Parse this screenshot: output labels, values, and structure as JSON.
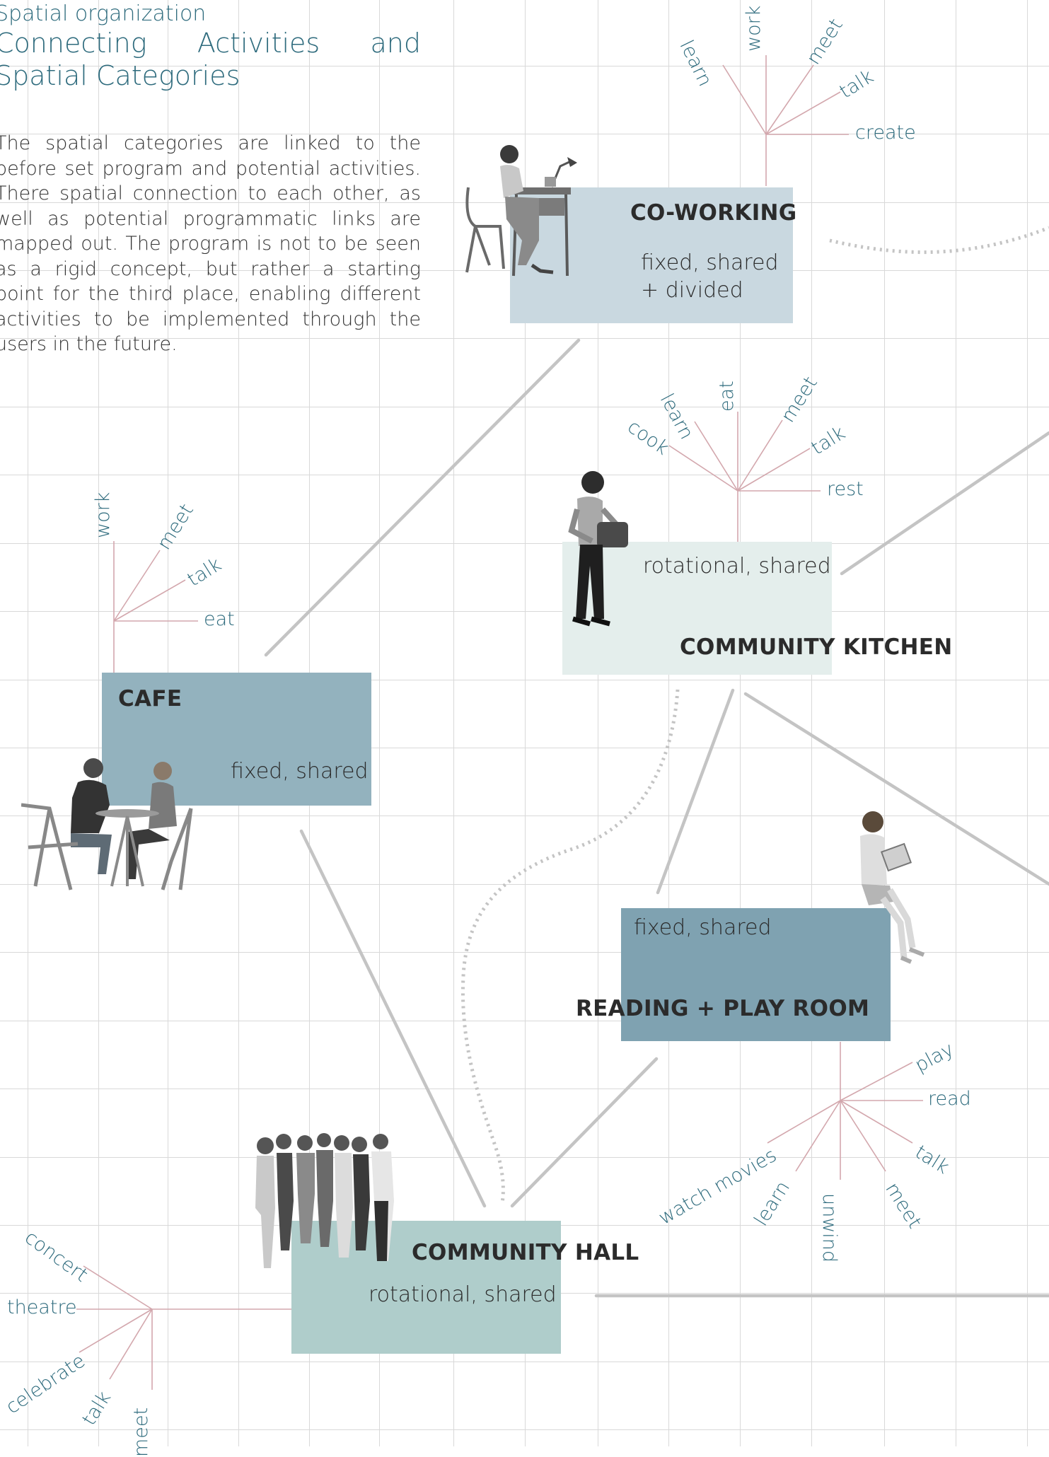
{
  "header": {
    "subtitle": "Spatial organization",
    "title": "Connecting Activities and Spatial Categories"
  },
  "intro": {
    "paragraph": "The spatial categories are linked to the before set program and potential activities. There spatial connection to each other, as well as potential programmatic links are mapped out. The program is not to be seen as a rigid concept, but rather a starting point for the third place, enabling different activities to be implemented through the users in the future."
  },
  "spaces": {
    "coworking": {
      "name": "CO-WORKING",
      "type_line1": "fixed, shared",
      "type_line2": "+ divided",
      "color": "#c9d8e0"
    },
    "kitchen": {
      "name": "COMMUNITY KITCHEN",
      "type": "rotational, shared",
      "color": "#e4eeec"
    },
    "cafe": {
      "name": "CAFE",
      "type": "fixed, shared",
      "color": "#93b2be"
    },
    "reading": {
      "name": "READING + PLAY ROOM",
      "type": "fixed, shared",
      "color": "#7fa2b1"
    },
    "hall": {
      "name": "COMMUNITY HALL",
      "type": "rotational, shared",
      "color": "#afcdcb"
    }
  },
  "activities": {
    "coworking": [
      "learn",
      "work",
      "meet",
      "talk",
      "create"
    ],
    "kitchen": [
      "cook",
      "learn",
      "eat",
      "meet",
      "talk",
      "rest"
    ],
    "cafe": [
      "work",
      "meet",
      "talk",
      "eat"
    ],
    "reading": [
      "play",
      "read",
      "talk",
      "meet",
      "unwind",
      "learn",
      "watch movies"
    ],
    "hall": [
      "concert",
      "theatre",
      "celebrate",
      "talk",
      "meet"
    ]
  },
  "colors": {
    "accent_text": "#2e6b7d",
    "activity_line": "#d3a7ad",
    "link_line": "#c4c4c4",
    "grid": "#d9d9d9"
  }
}
